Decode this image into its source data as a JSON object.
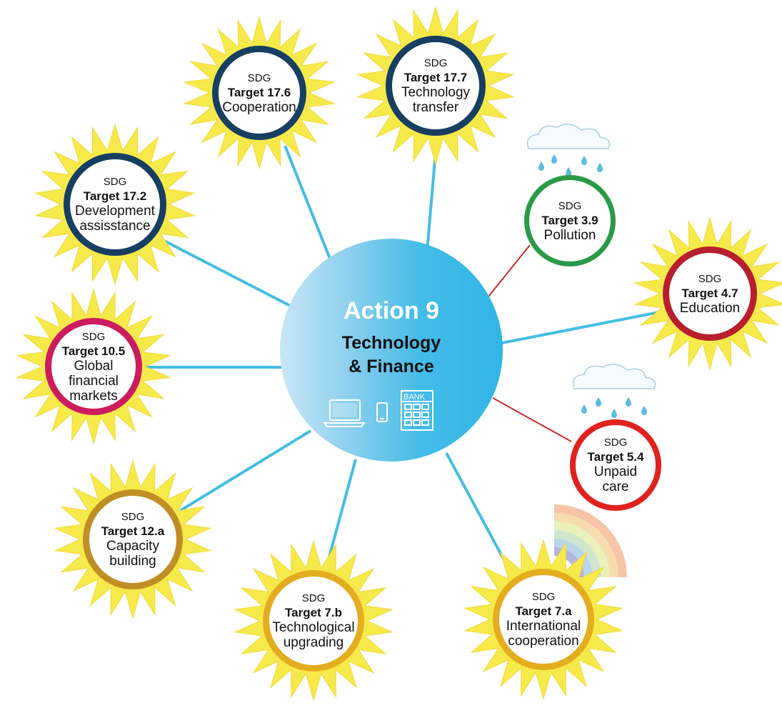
{
  "hub": {
    "title": "Action 9",
    "subtitle_line1": "Technology",
    "subtitle_line2": "& Finance",
    "icons": [
      "laptop-icon",
      "phone-icon",
      "bank-icon"
    ],
    "bank_label": "BANK"
  },
  "targets": [
    {
      "id": "t17-6",
      "sdg": "SDG",
      "target": "Target 17.6",
      "label": [
        "Cooperation"
      ],
      "ring_color": "#173f62"
    },
    {
      "id": "t17-7",
      "sdg": "SDG",
      "target": "Target 17.7",
      "label": [
        "Technology",
        "transfer"
      ],
      "ring_color": "#173f62"
    },
    {
      "id": "t17-2",
      "sdg": "SDG",
      "target": "Target 17.2",
      "label": [
        "Development",
        "assisstance"
      ],
      "ring_color": "#173f62"
    },
    {
      "id": "t3-9",
      "sdg": "SDG",
      "target": "Target 3.9",
      "label": [
        "Pollution"
      ],
      "ring_color": "#2a9a48"
    },
    {
      "id": "t4-7",
      "sdg": "SDG",
      "target": "Target 4.7",
      "label": [
        "Education"
      ],
      "ring_color": "#b81f2e"
    },
    {
      "id": "t10-5",
      "sdg": "SDG",
      "target": "Target 10.5",
      "label": [
        "Global",
        "financial",
        "markets"
      ],
      "ring_color": "#cc1b5e"
    },
    {
      "id": "t5-4",
      "sdg": "SDG",
      "target": "Target 5.4",
      "label": [
        "Unpaid",
        "care"
      ],
      "ring_color": "#e0221e"
    },
    {
      "id": "t12-a",
      "sdg": "SDG",
      "target": "Target 12.a",
      "label": [
        "Capacity",
        "building"
      ],
      "ring_color": "#c18e25"
    },
    {
      "id": "t7-b",
      "sdg": "SDG",
      "target": "Target 7.b",
      "label": [
        "Technological",
        "upgrading"
      ],
      "ring_color": "#e4ad1f"
    },
    {
      "id": "t7-a",
      "sdg": "SDG",
      "target": "Target 7.a",
      "label": [
        "International",
        "cooperation"
      ],
      "ring_color": "#e4ad1f"
    }
  ],
  "colors": {
    "sun_rays": "#f6e94a",
    "sun_rays_stroke": "#f0d83a",
    "link_blue": "#44bde3",
    "link_red": "#c72a2a",
    "cloud_fill": "#f4fafd",
    "cloud_stroke": "#a9cfe2",
    "rain": "#5bbbe0",
    "rainbow": [
      "#f7c4a8",
      "#f6dcae",
      "#eaf0b9",
      "#cfe6ce",
      "#b9d5ea",
      "#b7b4dc"
    ]
  }
}
